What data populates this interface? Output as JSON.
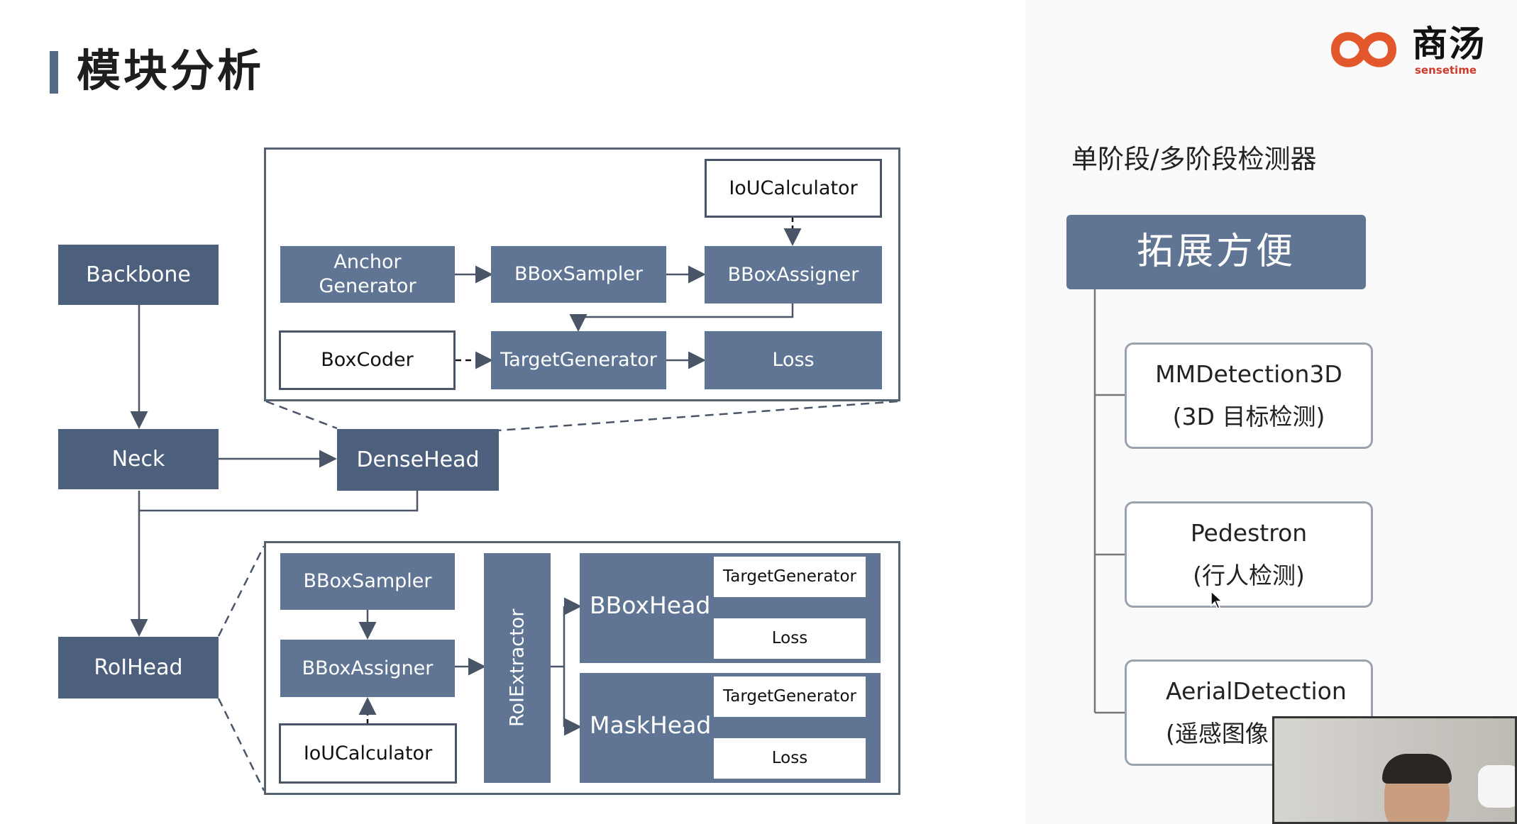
{
  "header": {
    "title": "模块分析"
  },
  "logo": {
    "name": "商汤",
    "sub": "sensetime"
  },
  "diagram": {
    "backbone": "Backbone",
    "neck": "Neck",
    "dense_head": "DenseHead",
    "roi_head": "RoIHead",
    "dense_detail": {
      "anchor_generator": "Anchor\nGenerator",
      "bbox_sampler": "BBoxSampler",
      "bbox_assigner": "BBoxAssigner",
      "iou_calculator": "IoUCalculator",
      "box_coder": "BoxCoder",
      "target_generator": "TargetGenerator",
      "loss": "Loss"
    },
    "roi_detail": {
      "bbox_sampler": "BBoxSampler",
      "bbox_assigner": "BBoxAssigner",
      "iou_calculator": "IoUCalculator",
      "roi_extractor": "RoIExtractor",
      "bbox_head": "BBoxHead",
      "mask_head": "MaskHead",
      "bbox_target_generator": "TargetGenerator",
      "bbox_loss": "Loss",
      "mask_target_generator": "TargetGenerator",
      "mask_loss": "Loss"
    }
  },
  "right": {
    "subtitle": "单阶段/多阶段检测器",
    "extend": "拓展方便",
    "projects": [
      {
        "name": "MMDetection3D",
        "desc": "(3D 目标检测)"
      },
      {
        "name": "Pedestron",
        "desc": "(行人检测)"
      },
      {
        "name": "AerialDetection",
        "desc": "(遥感图像"
      }
    ]
  }
}
